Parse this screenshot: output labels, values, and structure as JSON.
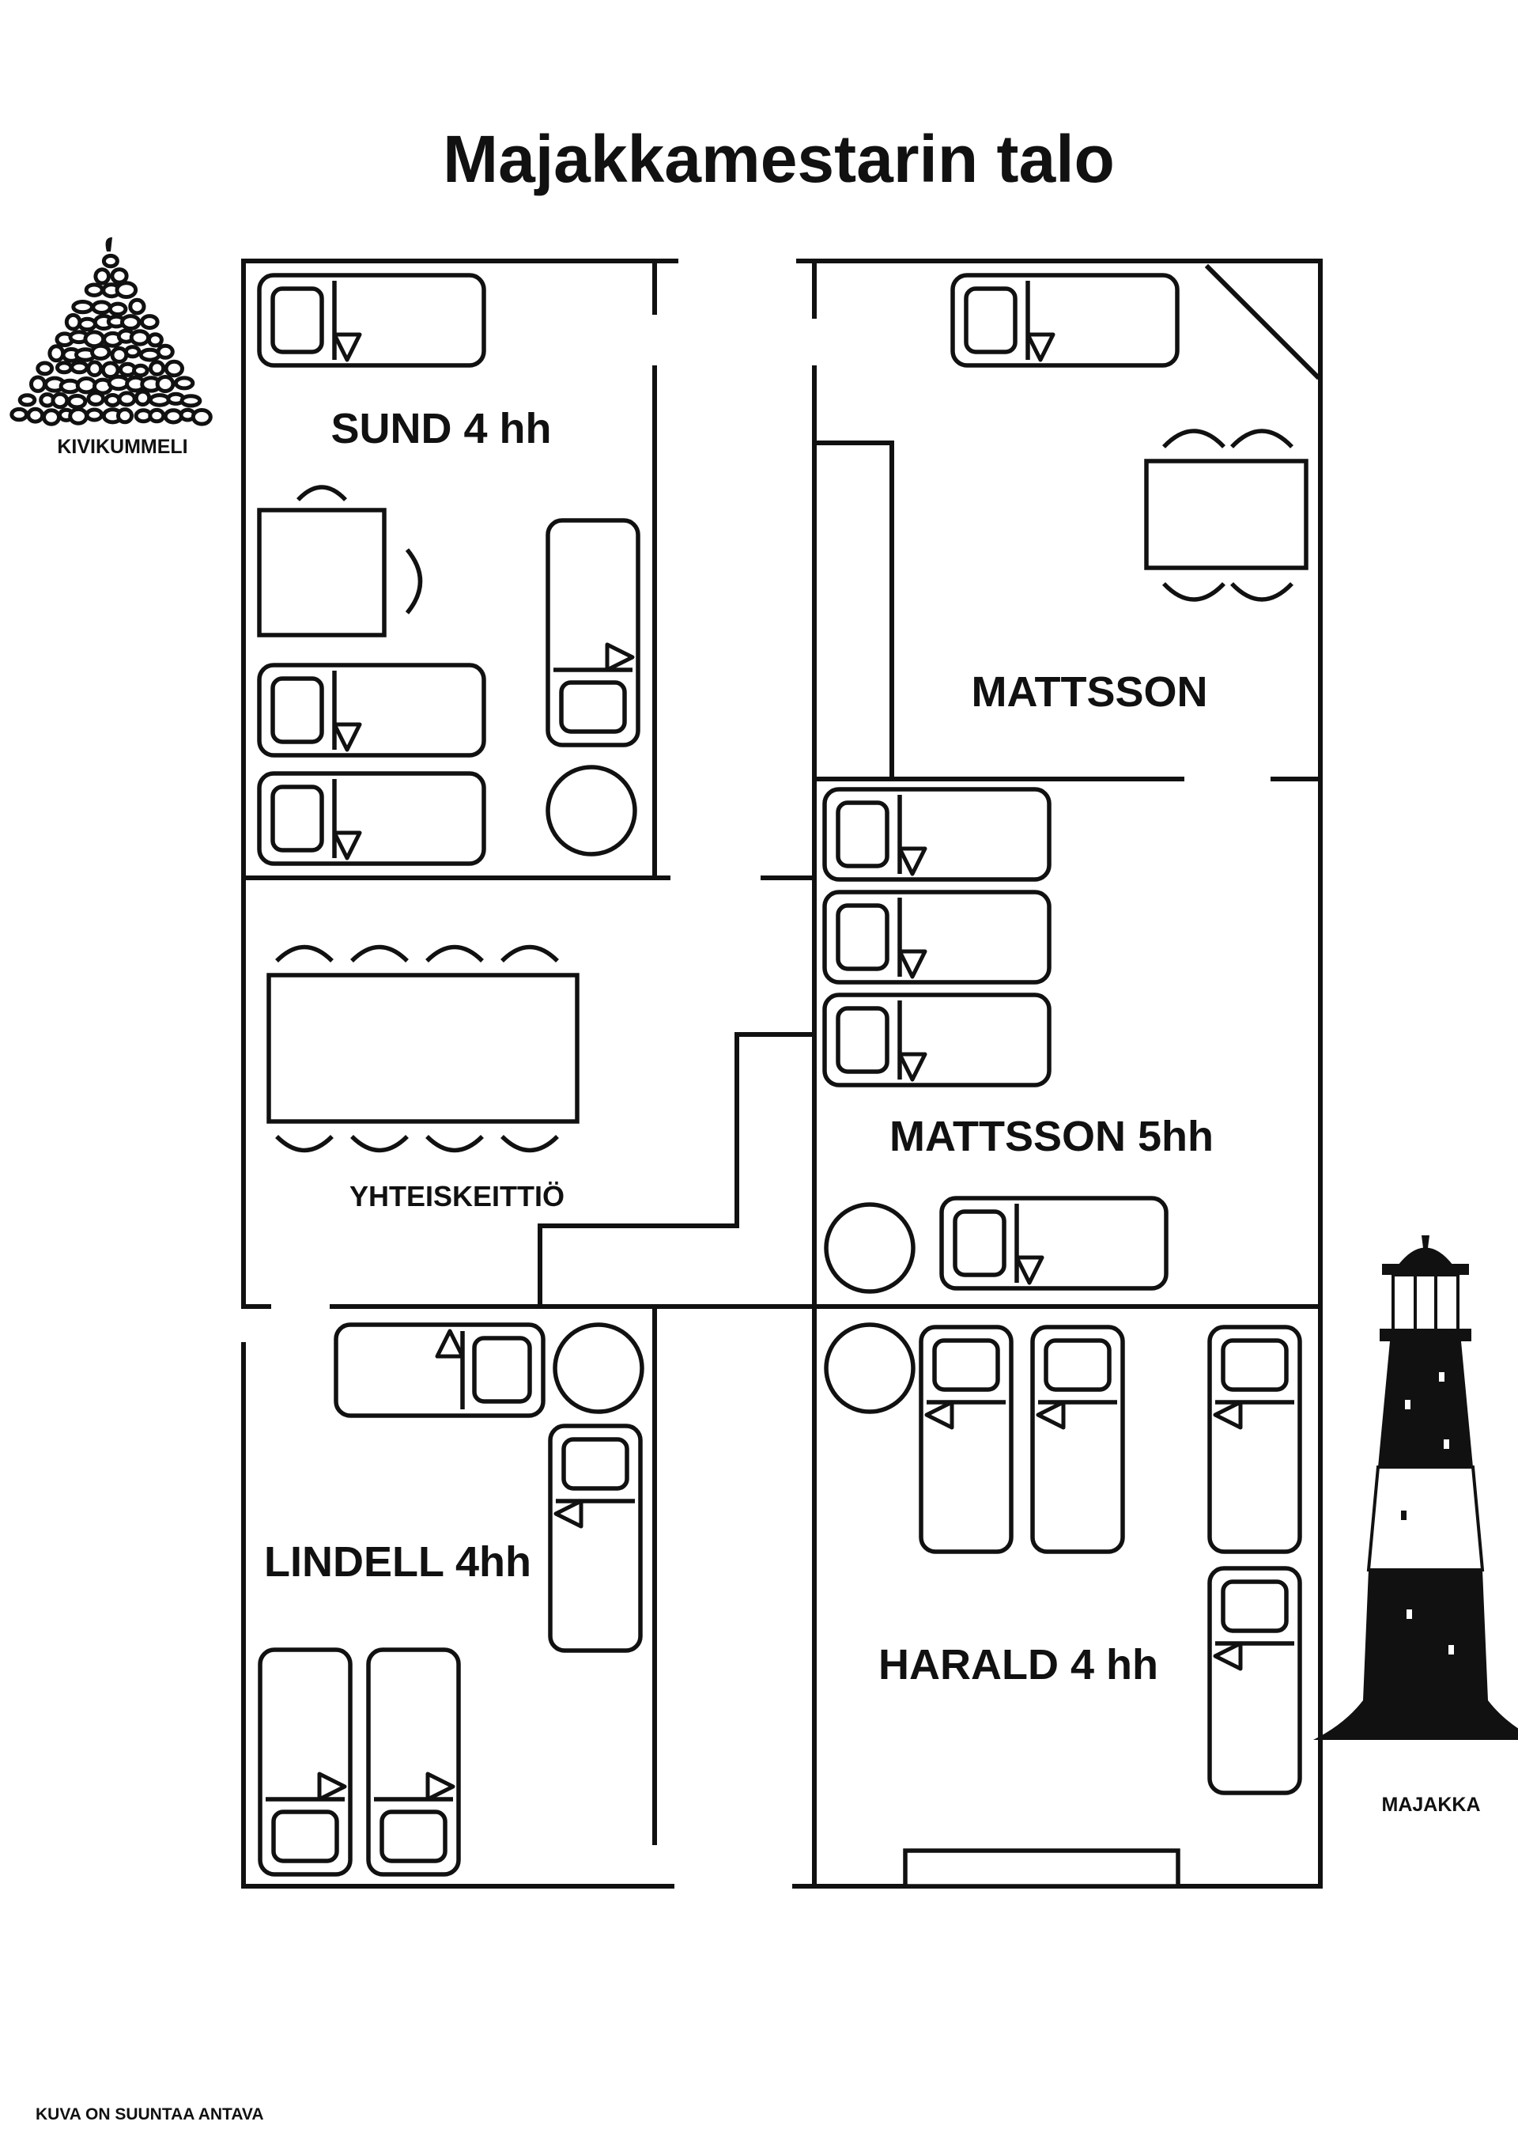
{
  "title": "Majakkamestarin talo",
  "rooms": {
    "sund": "SUND 4 hh",
    "mattsson": "MATTSSON",
    "mattsson5": "MATTSSON 5hh",
    "kitchen": "YHTEISKEITTIÖ",
    "lindell": "LINDELL 4hh",
    "harald": "HARALD 4 hh"
  },
  "landmarks": {
    "cairn": "KIVIKUMMELI",
    "lighthouse": "MAJAKKA"
  },
  "footnote": "KUVA ON SUUNTAA ANTAVA",
  "icons": {
    "cairn": "stone-cairn-icon",
    "lighthouse": "lighthouse-icon",
    "bed": "bed-icon",
    "table": "table-icon",
    "chair": "chair-icon",
    "round-table": "round-table-icon"
  }
}
